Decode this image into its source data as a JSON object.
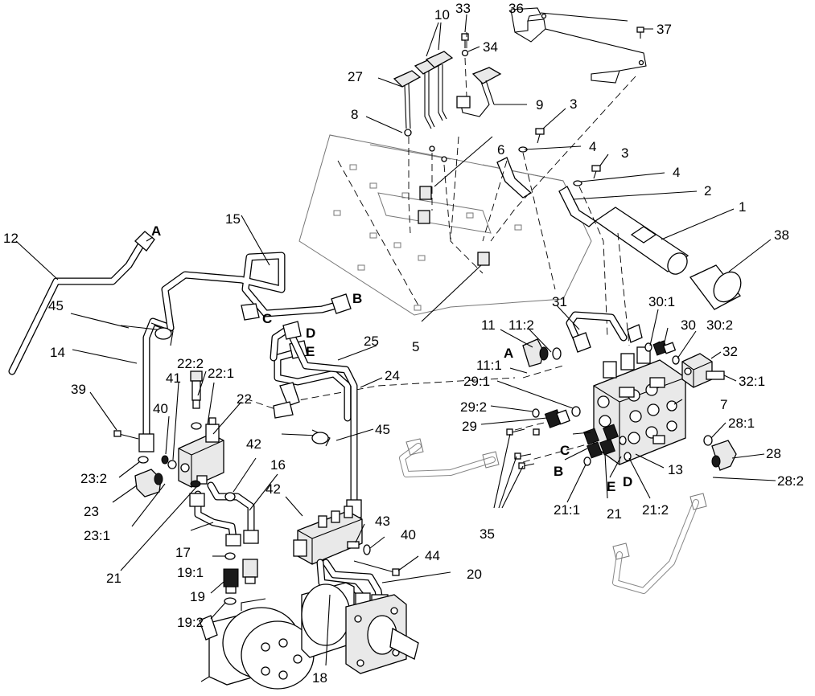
{
  "callouts": {
    "n1": "1",
    "n2": "2",
    "n3a": "3",
    "n3b": "3",
    "n4a": "4",
    "n4b": "4",
    "n5": "5",
    "n6": "6",
    "n7": "7",
    "n8": "8",
    "n9": "9",
    "n10": "10",
    "n11": "11",
    "n11_1": "11:1",
    "n11_2": "11:2",
    "n12": "12",
    "n13": "13",
    "n14": "14",
    "n15": "15",
    "n16": "16",
    "n17": "17",
    "n18": "18",
    "n19": "19",
    "n19_1": "19:1",
    "n19_2": "19:2",
    "n20": "20",
    "n21a": "21",
    "n21b": "21",
    "n21_1": "21:1",
    "n21_2": "21:2",
    "n22": "22",
    "n22_1": "22:1",
    "n22_2": "22:2",
    "n23": "23",
    "n23_1": "23:1",
    "n23_2": "23:2",
    "n24": "24",
    "n25": "25",
    "n27": "27",
    "n28": "28",
    "n28_1": "28:1",
    "n28_2": "28:2",
    "n29": "29",
    "n29_1": "29:1",
    "n29_2": "29:2",
    "n30": "30",
    "n30_1": "30:1",
    "n30_2": "30:2",
    "n31": "31",
    "n32": "32",
    "n32_1": "32:1",
    "n33": "33",
    "n34": "34",
    "n35": "35",
    "n36": "36",
    "n37": "37",
    "n38": "38",
    "n39": "39",
    "n40a": "40",
    "n40b": "40",
    "n41": "41",
    "n42a": "42",
    "n42b": "42",
    "n43": "43",
    "n44": "44",
    "n45a": "45",
    "n45b": "45"
  },
  "port_letters": {
    "a_top": "A",
    "b_top": "B",
    "c_top": "C",
    "d_top": "D",
    "e_top": "E",
    "a_mid": "A",
    "c_bot": "C",
    "b_bot": "B",
    "e_bot": "E",
    "d_bot": "D"
  }
}
